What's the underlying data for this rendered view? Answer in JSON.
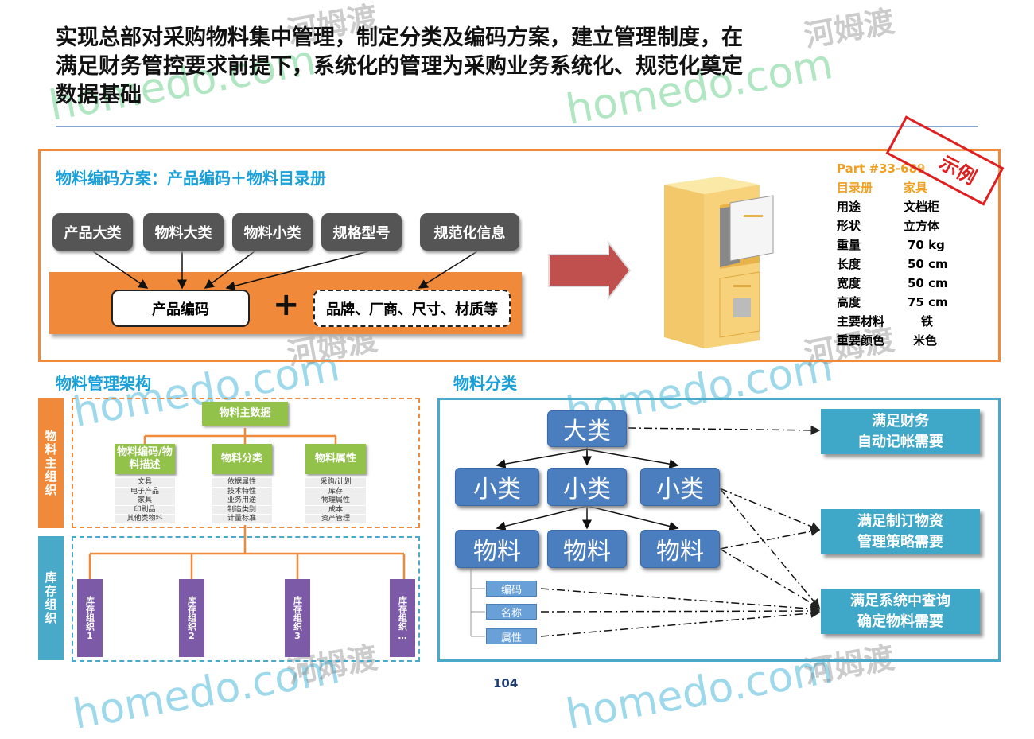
{
  "title": {
    "line1": "实现总部对采购物料集中管理，制定分类及编码方案，建立管理制度，在",
    "line2": "满足财务管控要求前提下，系统化的管理为采购业务系统化、规范化奠定",
    "line3": "数据基础"
  },
  "coding": {
    "heading": "物料编码方案：产品编码＋物料目录册",
    "boxes": [
      "产品大类",
      "物料大类",
      "物料小类",
      "规格型号",
      "规范化信息"
    ],
    "product_code": "产品编码",
    "plus": "+",
    "extra": "品牌、厂商、尺寸、材质等"
  },
  "catalog": {
    "part": "Part #33-689",
    "stamp": "示例",
    "header": {
      "k": "目录册",
      "v": "家具"
    },
    "rows": [
      {
        "k": "用途",
        "v": "文档柜"
      },
      {
        "k": "形状",
        "v": "立方体"
      },
      {
        "k": "重量",
        "v": "70 kg"
      },
      {
        "k": "长度",
        "v": "50 cm"
      },
      {
        "k": "宽度",
        "v": "50 cm"
      },
      {
        "k": "高度",
        "v": "75 cm"
      },
      {
        "k": "主要材料",
        "v": "铁"
      },
      {
        "k": "重要颜色",
        "v": "米色"
      }
    ]
  },
  "arch": {
    "heading": "物料管理架构",
    "left_top": "物料主组织",
    "left_bottom": "库存组织",
    "root": "物料主数据",
    "children": [
      {
        "label": "物料编码/物料描述",
        "items": [
          "文具",
          "电子产品",
          "家具",
          "印刷品",
          "其他类物料"
        ]
      },
      {
        "label": "物料分类",
        "items": [
          "依据属性",
          "技术特性",
          "业务用途",
          "制造类别",
          "计量标准"
        ]
      },
      {
        "label": "物料属性",
        "items": [
          "采购/计划",
          "库存",
          "物理属性",
          "成本",
          "资产管理"
        ]
      }
    ],
    "inventory": [
      "库存组织1",
      "库存组织2",
      "库存组织3",
      "库存组织…"
    ]
  },
  "classify": {
    "heading": "物料分类",
    "top": "大类",
    "mid": [
      "小类",
      "小类",
      "小类"
    ],
    "low": [
      "物料",
      "物料",
      "物料"
    ],
    "attrs": [
      "编码",
      "名称",
      "属性"
    ],
    "goals": [
      {
        "l1": "满足财务",
        "l2": "自动记帐需要"
      },
      {
        "l1": "满足制订物资",
        "l2": "管理策略需要"
      },
      {
        "l1": "满足系统中查询",
        "l2": "确定物料需要"
      }
    ]
  },
  "page_number": "104",
  "watermark": {
    "cn": "河姆渡",
    "en": "homedo.com"
  }
}
